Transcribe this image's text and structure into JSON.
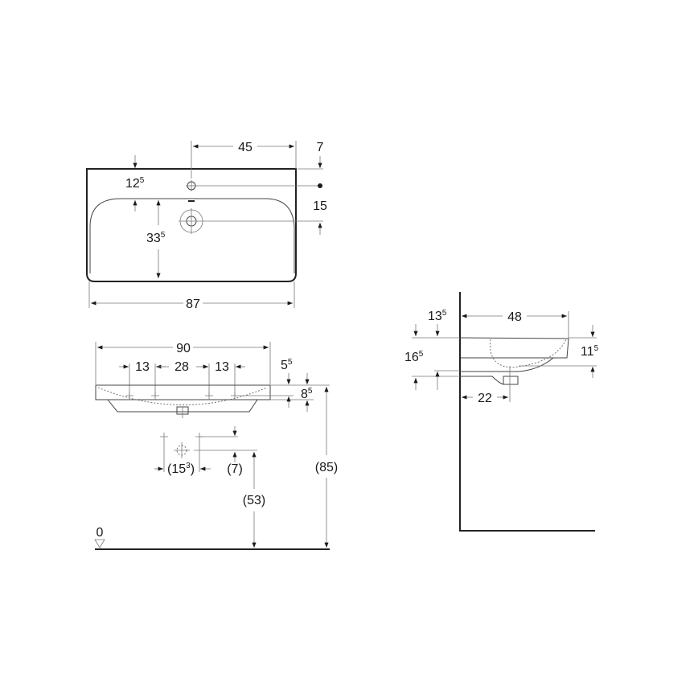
{
  "top_view": {
    "width_tap_to_edge": "45",
    "edge_offset": "7",
    "rim_depth": {
      "base": "12",
      "sup": "5"
    },
    "bowl_depth": {
      "base": "33",
      "sup": "5"
    },
    "tap_hole_to_overflow": "15",
    "overall_width": "87"
  },
  "front_view": {
    "overall_width": "90",
    "hole_spacing_left": "13",
    "hole_spacing_middle": "28",
    "hole_spacing_right": "13",
    "fixing_height_top": {
      "base": "5",
      "sup": "5"
    },
    "rim_height": {
      "base": "8",
      "sup": "5"
    },
    "waste_spacing": {
      "base": "(15",
      "sup": "3",
      "end": ")"
    },
    "waste_offset": "(7)",
    "waste_height": "(53)",
    "rim_height_floor": "(85)",
    "floor_level": "0"
  },
  "side_view": {
    "wall_clearance": {
      "base": "13",
      "sup": "5"
    },
    "projection": "48",
    "total_height": {
      "base": "16",
      "sup": "5"
    },
    "front_height": {
      "base": "11",
      "sup": "5"
    },
    "waste_from_wall": "22"
  }
}
